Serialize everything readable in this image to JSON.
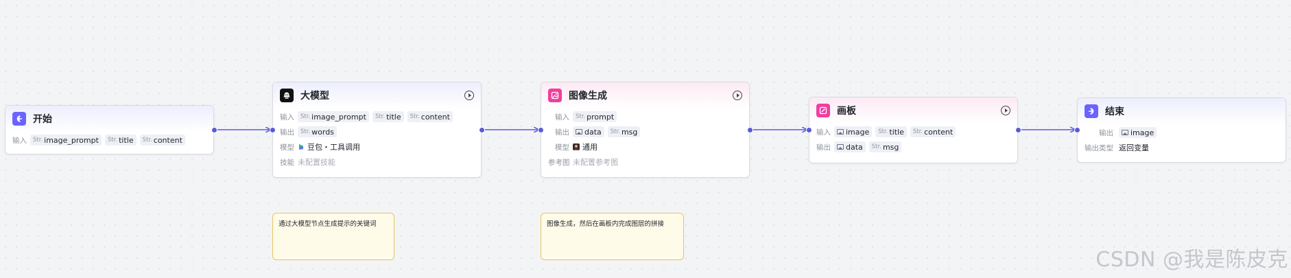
{
  "colors": {
    "accent": "#5b5bd6",
    "start_icon": "#6b63ff",
    "llm_icon": "#111111",
    "image_icon": "#ef3f9b",
    "canvas_icon": "#ee3fa0",
    "end_icon": "#6b63ff",
    "note_bg": "#fffbe9"
  },
  "nodes": {
    "start": {
      "title": "开始",
      "icon": "start-icon",
      "input_label": "输入",
      "inputs": [
        {
          "prefix": "Str.",
          "name": "image_prompt"
        },
        {
          "prefix": "Str.",
          "name": "title"
        },
        {
          "prefix": "Str.",
          "name": "content"
        }
      ]
    },
    "llm": {
      "title": "大模型",
      "icon": "llm-icon",
      "input_label": "输入",
      "inputs": [
        {
          "prefix": "Str.",
          "name": "image_prompt"
        },
        {
          "prefix": "Str.",
          "name": "title"
        },
        {
          "prefix": "Str.",
          "name": "content"
        }
      ],
      "output_label": "输出",
      "outputs": [
        {
          "prefix": "Str.",
          "name": "words"
        }
      ],
      "model_label": "模型",
      "model_value": "豆包・工具调用",
      "skill_label": "技能",
      "skill_value": "未配置技能"
    },
    "image_gen": {
      "title": "图像生成",
      "icon": "image-generation-icon",
      "input_label": "输入",
      "inputs": [
        {
          "prefix": "Str.",
          "name": "prompt"
        }
      ],
      "output_label": "输出",
      "outputs": [
        {
          "prefix": "img",
          "name": "data"
        },
        {
          "prefix": "Str.",
          "name": "msg"
        }
      ],
      "model_label": "模型",
      "model_value": "通用",
      "ref_label": "参考图",
      "ref_value": "未配置参考图"
    },
    "canvas": {
      "title": "画板",
      "icon": "canvas-icon",
      "input_label": "输入",
      "inputs": [
        {
          "prefix": "img",
          "name": "image"
        },
        {
          "prefix": "Str.",
          "name": "title"
        },
        {
          "prefix": "Str.",
          "name": "content"
        }
      ],
      "output_label": "输出",
      "outputs": [
        {
          "prefix": "img",
          "name": "data"
        },
        {
          "prefix": "Str.",
          "name": "msg"
        }
      ]
    },
    "end": {
      "title": "结束",
      "icon": "end-icon",
      "output_label": "输出",
      "outputs": [
        {
          "prefix": "img",
          "name": "image"
        }
      ],
      "output_type_label": "输出类型",
      "output_type_value": "返回变量"
    }
  },
  "notes": [
    {
      "text": "通过大模型节点生成提示的关键词"
    },
    {
      "text": "图像生成，然后在画板内完成图层的拼接"
    }
  ],
  "watermark": "CSDN @我是陈皮克"
}
